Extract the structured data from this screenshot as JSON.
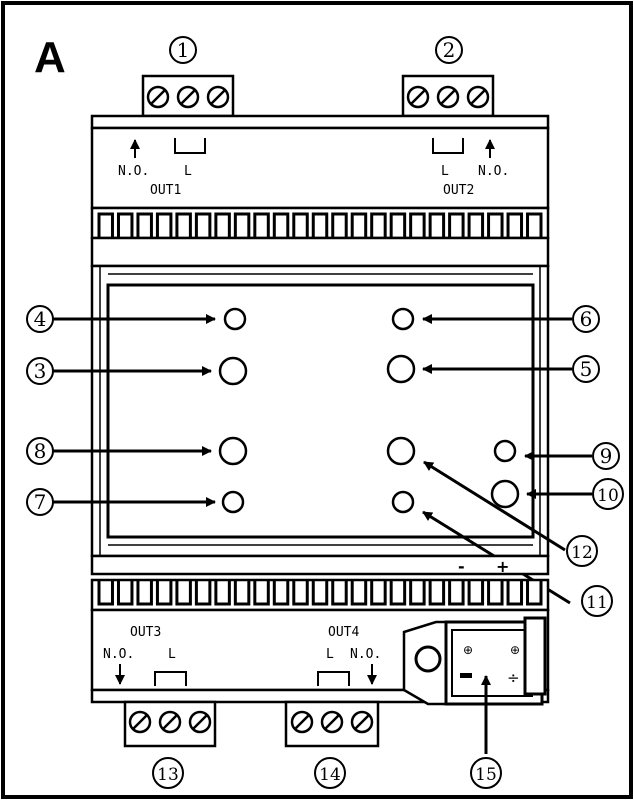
{
  "figure": {
    "panel_letter": "A",
    "terminals": {
      "out1": {
        "label": "OUT1",
        "no": "N.O.",
        "l": "L",
        "callout": "1"
      },
      "out2": {
        "label": "OUT2",
        "no": "N.O.",
        "l": "L",
        "callout": "2"
      },
      "out3": {
        "label": "OUT3",
        "no": "N.O.",
        "l": "L",
        "callout": "13"
      },
      "out4": {
        "label": "OUT4",
        "no": "N.O.",
        "l": "L",
        "callout": "14"
      }
    },
    "power": {
      "minus": "-",
      "plus": "+",
      "callout": "15"
    },
    "led_callouts": [
      "3",
      "4",
      "5",
      "6",
      "7",
      "8",
      "9",
      "10",
      "11",
      "12"
    ]
  }
}
